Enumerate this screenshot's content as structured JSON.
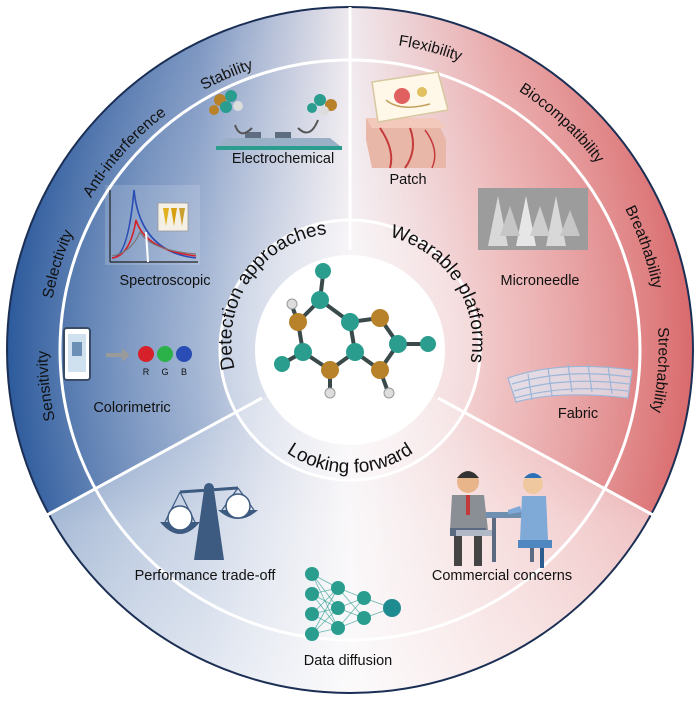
{
  "ring_labels": {
    "left": [
      "Stability",
      "Anti-interference",
      "Selectivity",
      "Sensitivity"
    ],
    "right": [
      "Flexibility",
      "Biocompatibility",
      "Breathability",
      "Strechability"
    ]
  },
  "sections": {
    "detection": {
      "title": "Detection approaches",
      "items": [
        "Electrochemical",
        "Spectroscopic",
        "Colorimetric"
      ],
      "rgb": [
        "R",
        "G",
        "B"
      ]
    },
    "wearable": {
      "title": "Wearable platforms",
      "items": [
        "Patch",
        "Microneedle",
        "Fabric"
      ]
    },
    "future": {
      "title": "Looking forward",
      "items": [
        "Performance trade-off",
        "Data diffusion",
        "Commercial concerns"
      ]
    }
  },
  "colors": {
    "left_blue": "#2f5d9e",
    "right_red": "#e07b7b",
    "mid": "#f3eef1",
    "atom_teal": "#2a9d8f",
    "atom_brown": "#b8822a",
    "rgb_red": "#d6202a",
    "rgb_green": "#2bb34a",
    "rgb_blue": "#2a4db5"
  },
  "icons": [
    "electrode-icon",
    "spectrum-plot-icon",
    "phone-icon",
    "skin-patch-icon",
    "microneedle-array-icon",
    "fabric-mesh-icon",
    "balance-scale-icon",
    "neural-network-icon",
    "doctor-patient-icon",
    "purine-molecule-icon"
  ]
}
